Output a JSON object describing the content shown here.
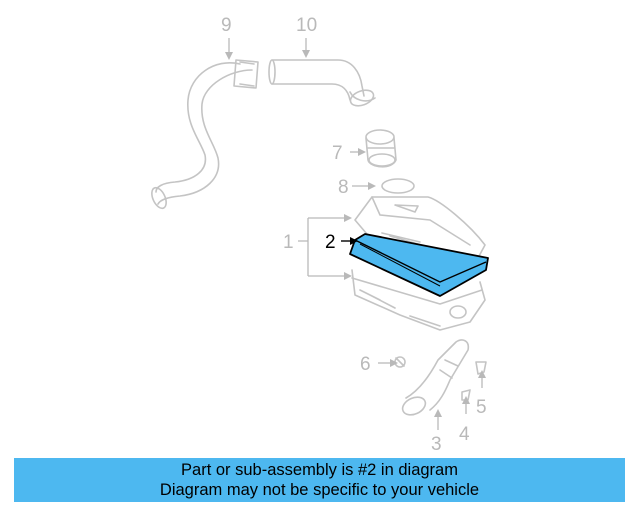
{
  "callouts": {
    "c1": "1",
    "c2": "2",
    "c3": "3",
    "c4": "4",
    "c5": "5",
    "c6": "6",
    "c7": "7",
    "c8": "8",
    "c9": "9",
    "c10": "10"
  },
  "highlighted_part": "2",
  "colors": {
    "highlight": "#4db8f0",
    "banner": "#4db8f0",
    "line_art": "#c4c4c4"
  },
  "banner": {
    "line1": "Part or sub-assembly is #2 in diagram",
    "line2": "Diagram may not be specific to your vehicle"
  }
}
